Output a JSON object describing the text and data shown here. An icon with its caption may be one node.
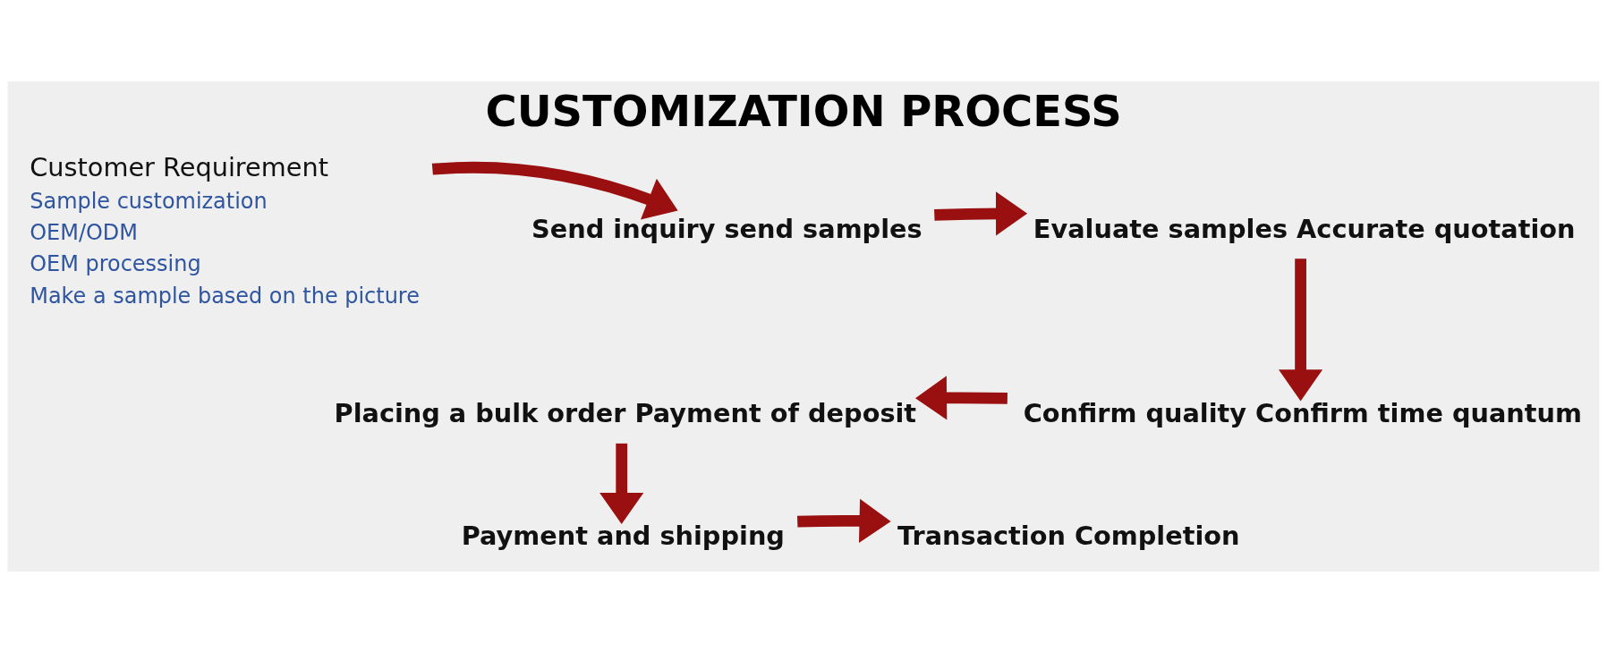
{
  "diagram": {
    "title": "CUSTOMIZATION PROCESS",
    "nodes": [
      {
        "text": [
          "Customer Requirement",
          "Sample customization",
          "OEM/ODM",
          "OEM processing",
          "Make a sample based on the picture"
        ]
      },
      {
        "text": [
          "Send inquiry send samples"
        ]
      },
      {
        "text": [
          "Evaluate samples Accurate quotation"
        ]
      },
      {
        "text": [
          "Confirm quality Confirm time quantum"
        ]
      },
      {
        "text": [
          "Placing a bulk order Payment of deposit"
        ]
      },
      {
        "text": [
          "Payment and shipping"
        ]
      },
      {
        "text": [
          "Transaction Completion"
        ]
      }
    ],
    "edges": [
      {
        "from": 0,
        "to": 1,
        "arrow": "to"
      },
      {
        "from": 1,
        "to": 2,
        "arrow": "to"
      },
      {
        "from": 2,
        "to": 3,
        "arrow": "to"
      },
      {
        "from": 3,
        "to": 4,
        "arrow": "to"
      },
      {
        "from": 4,
        "to": 5,
        "arrow": "to"
      },
      {
        "from": 5,
        "to": 6,
        "arrow": "to"
      }
    ]
  }
}
